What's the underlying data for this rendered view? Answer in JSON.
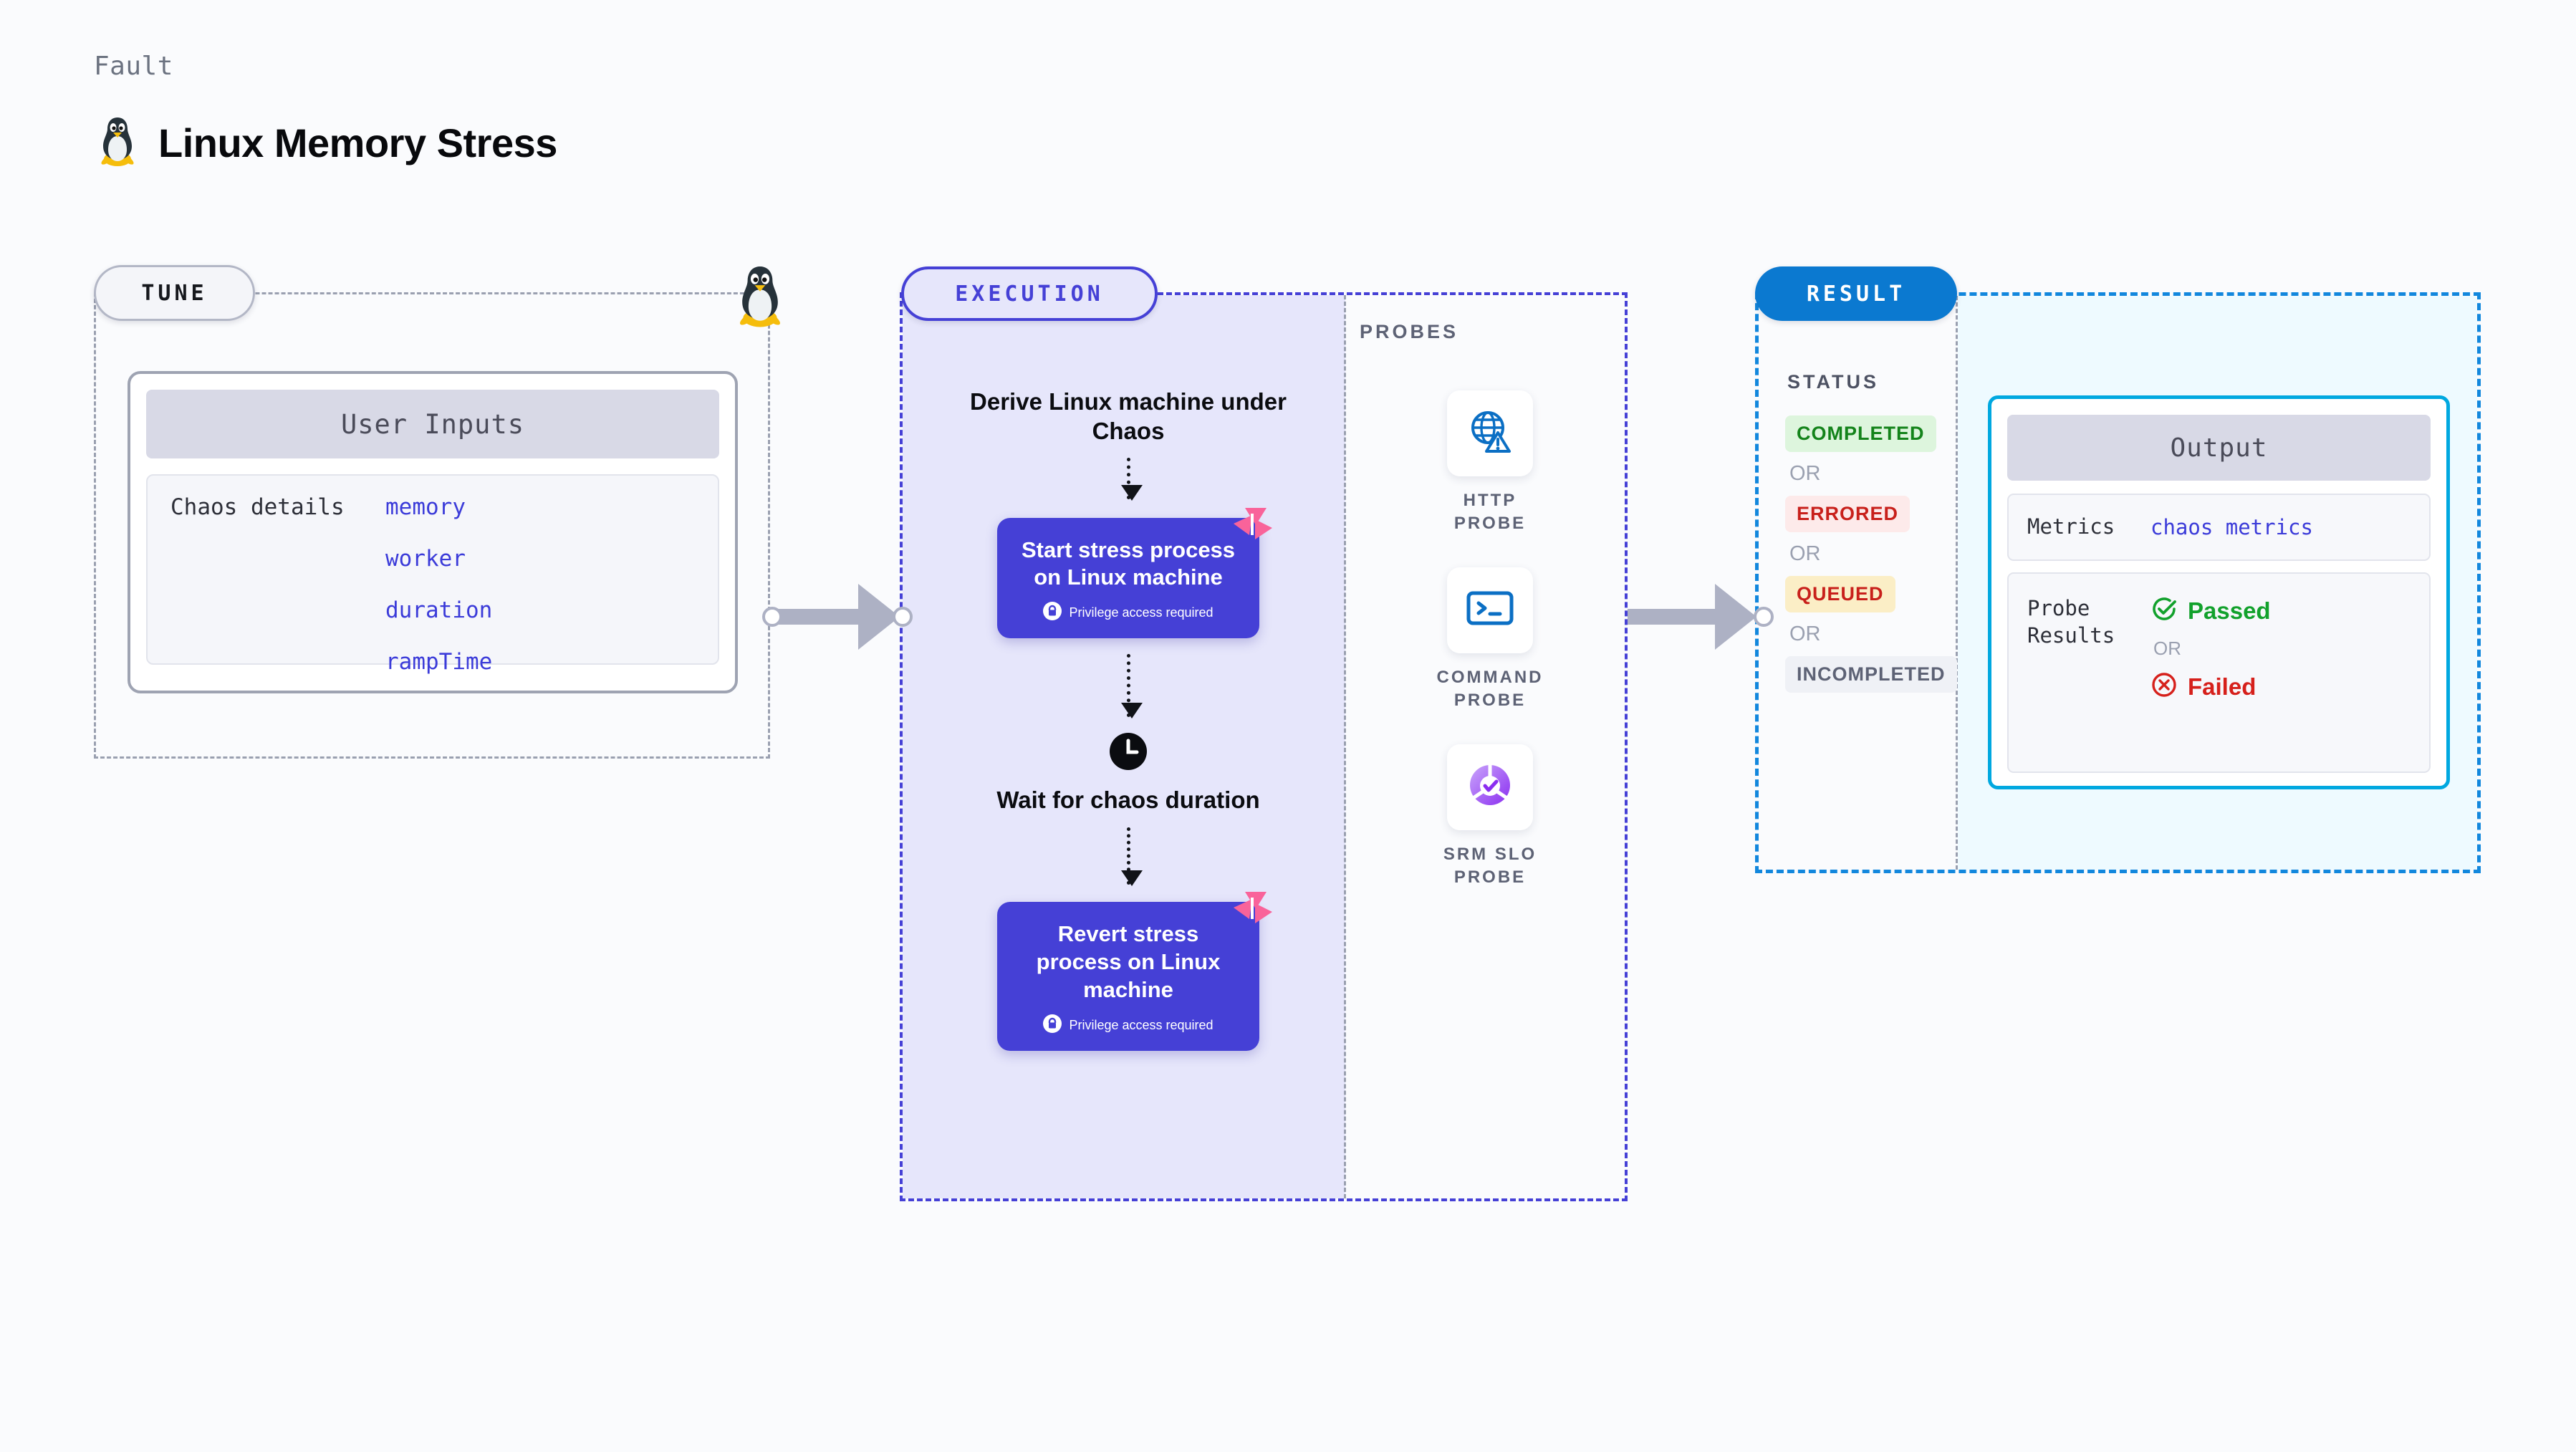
{
  "header": {
    "kicker": "Fault",
    "title": "Linux Memory Stress",
    "icon": "linux-penguin-icon"
  },
  "tune": {
    "pill_label": "TUNE",
    "penguin_icon": "linux-penguin-icon",
    "card": {
      "header": "User Inputs",
      "key_label": "Chaos details",
      "params": [
        "memory",
        "worker",
        "duration",
        "rampTime"
      ]
    }
  },
  "execution": {
    "pill_label": "EXECUTION",
    "steps": [
      {
        "type": "caption",
        "text": "Derive Linux machine under Chaos"
      },
      {
        "type": "card",
        "title": "Start stress process on Linux machine",
        "privilege": "Privilege access required",
        "privilege_icon": "lock-icon",
        "corner_icon": "chaos-pinwheel-icon"
      },
      {
        "type": "timer",
        "icon": "clock-icon",
        "text": "Wait for chaos duration"
      },
      {
        "type": "card",
        "title": "Revert stress process on Linux machine",
        "privilege": "Privilege access required",
        "privilege_icon": "lock-icon",
        "corner_icon": "chaos-pinwheel-icon"
      }
    ]
  },
  "probes": {
    "label": "PROBES",
    "items": [
      {
        "label": "HTTP PROBE",
        "icon": "globe-warning-icon"
      },
      {
        "label": "COMMAND PROBE",
        "icon": "terminal-icon"
      },
      {
        "label": "SRM SLO PROBE",
        "icon": "slo-check-icon"
      }
    ]
  },
  "result": {
    "pill_label": "RESULT",
    "status_label": "STATUS",
    "or_label": "OR",
    "statuses": [
      {
        "label": "COMPLETED",
        "bg": "#ddf5dd",
        "fg": "#13831a"
      },
      {
        "label": "ERRORED",
        "bg": "#fdeaea",
        "fg": "#c8201b"
      },
      {
        "label": "QUEUED",
        "bg": "#fbeec6",
        "fg": "#c8201b"
      },
      {
        "label": "INCOMPLETED",
        "bg": "#eff1f6",
        "fg": "#5d6275"
      }
    ],
    "output": {
      "header": "Output",
      "metrics_key": "Metrics",
      "metrics_value": "chaos metrics",
      "probe_results_key": "Probe Results",
      "or_label": "OR",
      "passed": {
        "label": "Passed",
        "color": "#12a12c",
        "icon": "check-circle-icon"
      },
      "failed": {
        "label": "Failed",
        "color": "#d6201b",
        "icon": "x-circle-icon"
      }
    }
  },
  "colors": {
    "indigo": "#4540d6",
    "blue": "#0b79d0",
    "cyan": "#00a8e0",
    "pink": "#f9639a",
    "gray_dash": "#9aa0b0"
  }
}
